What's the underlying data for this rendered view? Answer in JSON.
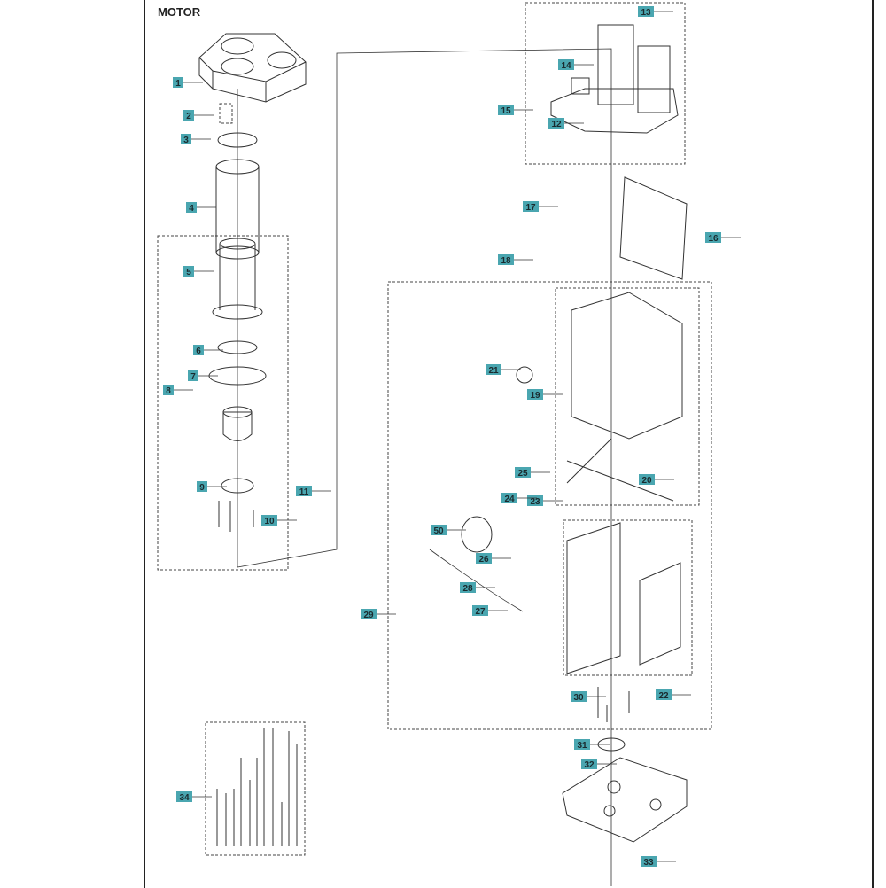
{
  "title": "MOTOR",
  "accent_color": "#4aa6b0",
  "callouts": [
    "1",
    "2",
    "3",
    "4",
    "5",
    "6",
    "7",
    "8",
    "9",
    "10",
    "11",
    "12",
    "13",
    "14",
    "15",
    "16",
    "17",
    "18",
    "19",
    "20",
    "21",
    "22",
    "23",
    "24",
    "25",
    "26",
    "27",
    "28",
    "29",
    "30",
    "31",
    "32",
    "33",
    "34",
    "50"
  ]
}
